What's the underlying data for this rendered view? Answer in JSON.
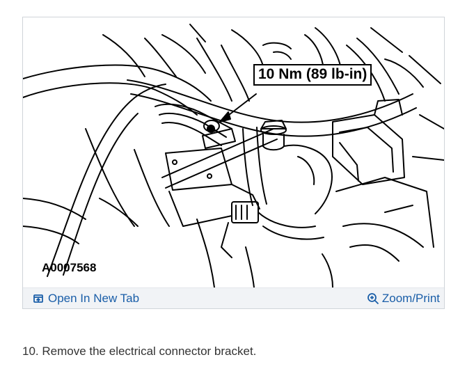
{
  "figure": {
    "callout_text": "10 Nm (89 lb-in)",
    "figure_id": "A0007568"
  },
  "toolbar": {
    "open_new_tab_label": "Open In New Tab",
    "open_new_tab_icon": "open-in-new-tab-icon",
    "zoom_print_label": "Zoom/Print",
    "zoom_print_icon": "zoom-in-icon",
    "link_color": "#1a5ea8"
  },
  "step": {
    "text": "10. Remove the electrical connector bracket."
  }
}
